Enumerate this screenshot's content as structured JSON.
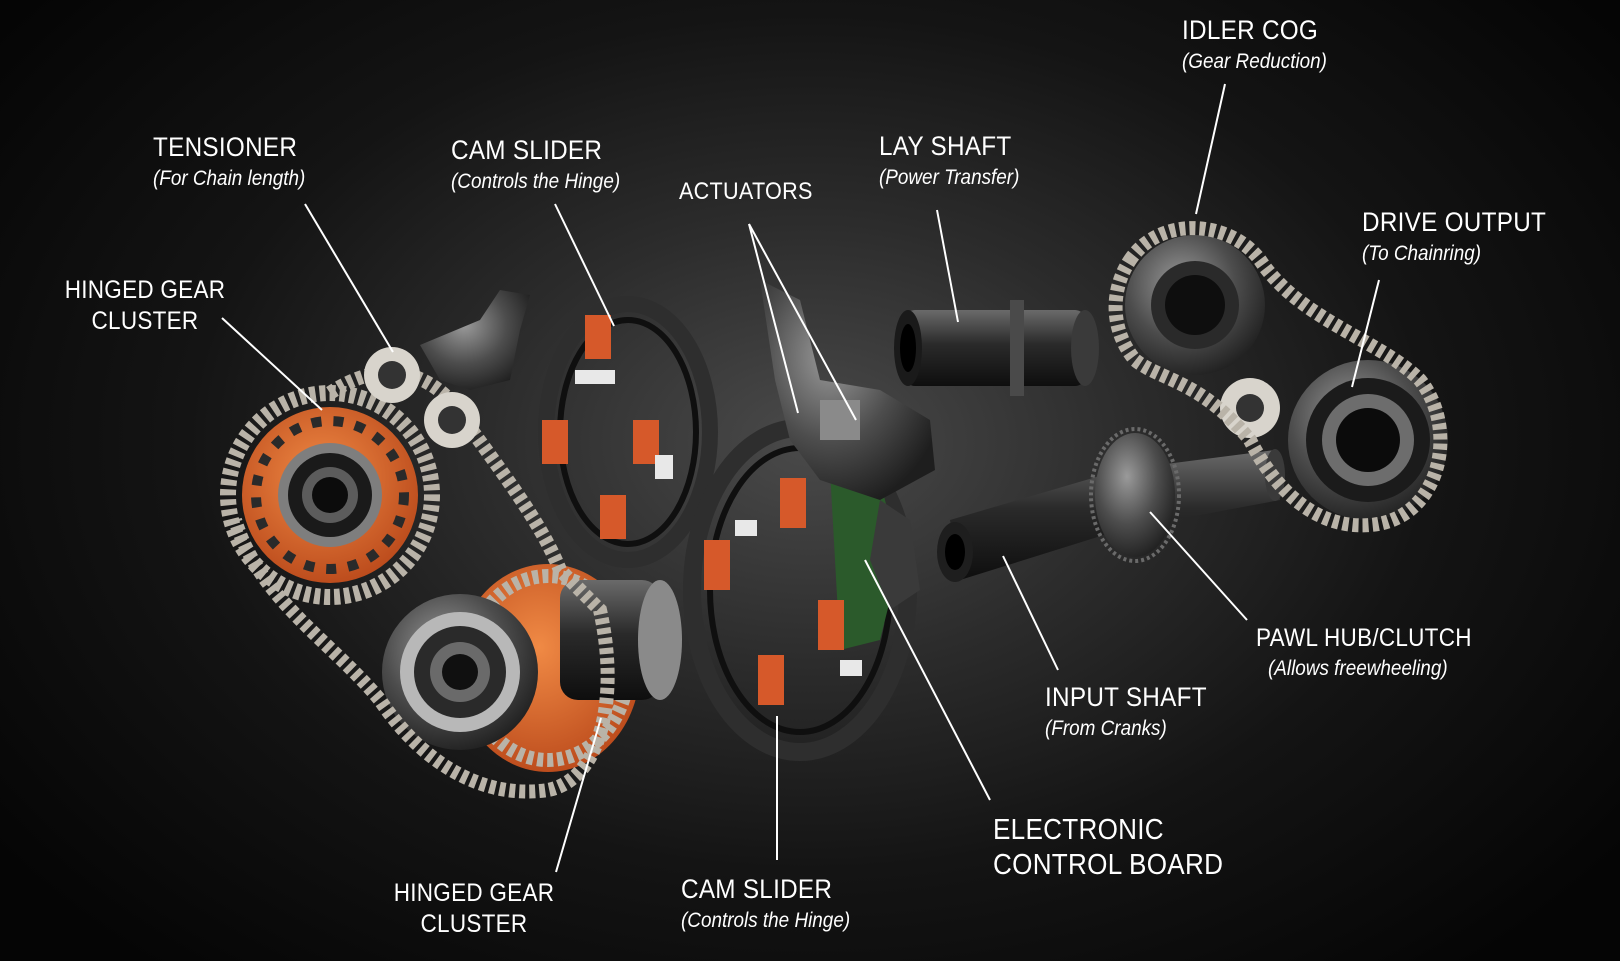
{
  "colors": {
    "background": "#0b0b0b",
    "text": "#ffffff",
    "leader_line": "#ffffff",
    "orange_parts": "#e06a2c",
    "chain_metal": "#b9b3a8"
  },
  "labels": {
    "idler_cog": {
      "title": "IDLER COG",
      "subtitle": "(Gear Reduction)"
    },
    "tensioner": {
      "title": "TENSIONER",
      "subtitle": "(For Chain length)"
    },
    "cam_slider_top": {
      "title": "CAM SLIDER",
      "subtitle": "(Controls the Hinge)"
    },
    "actuators": {
      "title": "ACTUATORS"
    },
    "lay_shaft": {
      "title": "LAY SHAFT",
      "subtitle": "(Power Transfer)"
    },
    "drive_output": {
      "title": "DRIVE OUTPUT",
      "subtitle": "(To Chainring)"
    },
    "hinged_gear_cluster_top": {
      "line1": "HINGED GEAR",
      "line2": "CLUSTER"
    },
    "pawl_hub": {
      "title": "PAWL HUB/CLUTCH",
      "subtitle": "(Allows freewheeling)"
    },
    "input_shaft": {
      "title": "INPUT SHAFT",
      "subtitle": "(From Cranks)"
    },
    "electronic_control_board": {
      "line1": "ELECTRONIC",
      "line2": "CONTROL BOARD"
    },
    "hinged_gear_cluster_bottom": {
      "line1": "HINGED GEAR",
      "line2": "CLUSTER"
    },
    "cam_slider_bottom": {
      "title": "CAM SLIDER",
      "subtitle": "(Controls the Hinge)"
    }
  }
}
